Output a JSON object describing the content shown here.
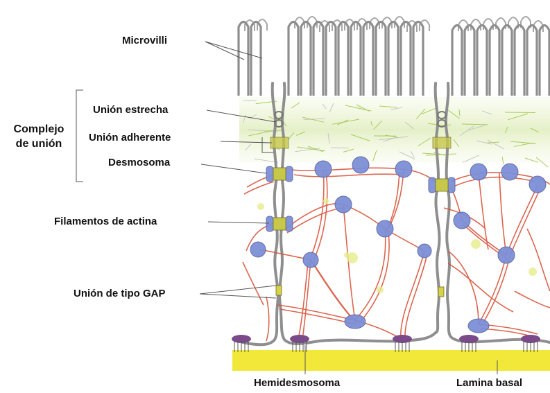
{
  "labels": {
    "microvilli": "Microvilli",
    "complejo_line1": "Complejo",
    "complejo_line2": "de unión",
    "union_estrecha": "Unión estrecha",
    "union_adherente": "Unión adherente",
    "desmosoma": "Desmosoma",
    "filamentos_actina": "Filamentos de actina",
    "union_gap": "Unión de tipo GAP",
    "hemidesmosoma": "Hemidesmosoma",
    "lamina_basal": "Lamina basal"
  },
  "colors": {
    "membrane": "#8e8e8e",
    "membrane_dark": "#6f6f6f",
    "actin_filament": "#d9553b",
    "terminal_web": "#b9d77a",
    "desmosome_plaque": "#7d8fd6",
    "junction_knot": "#b4b43c",
    "basal_lamina": "#f2e83a",
    "hemidesmosome": "#7a4a8a",
    "leader_line": "#555555"
  }
}
